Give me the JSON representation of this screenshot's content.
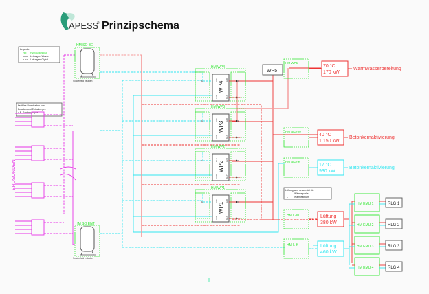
{
  "header": {
    "logo_text": "APESS",
    "logo_reg": "®",
    "title": "Prinzipschema"
  },
  "colors": {
    "green": "#2ee62e",
    "red": "#ee3333",
    "red_light": "#f59a9a",
    "cyan": "#33e6f0",
    "magenta": "#e633e6",
    "gray": "#555555",
    "logo": "#2a9d7a"
  },
  "legend": {
    "title": "Legende",
    "items": [
      {
        "key": "HM",
        "label": "Hydraulikmodul"
      },
      {
        "key": "—",
        "label": "Leitungen Wasser"
      },
      {
        "key": "- -",
        "label": "Leitungen Glykol"
      }
    ]
  },
  "note_switching": [
    "flexibles Umschalten von",
    "Beladen und Entladen pro",
    "z.B. Sondengruppe"
  ],
  "erdsonden_label": "ERDSONDEN",
  "storage": {
    "top": {
      "module": "HM SO BE",
      "caption": "Sondenfeld beladen"
    },
    "bottom": {
      "module": "HM SO ENT",
      "caption": "Sondenfeld entladen"
    }
  },
  "heat_pumps": [
    {
      "module": "HM WP4",
      "name": "WP4",
      "tl": "GLY",
      "tr": "H2O",
      "bl": "H2O",
      "br": "GLY"
    },
    {
      "module": "HM WP3",
      "name": "WP3",
      "tl": "GLY",
      "tr": "H2O",
      "bl": "H2O",
      "br": "GLY"
    },
    {
      "module": "HM WP2",
      "name": "WP2",
      "tl": "GLY",
      "tr": "H2O",
      "bl": "H2O",
      "br": "GLY"
    },
    {
      "module": "HM WP1",
      "name": "WP1",
      "tl": "GLY",
      "tr": "H2O",
      "bl": "H2O",
      "br": "GLY"
    }
  ],
  "wp5": {
    "name": "WP5",
    "module": "HM WP5"
  },
  "consumers": [
    {
      "module": "HM WP5",
      "line1": "70 °C",
      "line2": "170 kW",
      "label": "Warmwasserbereitung",
      "color": "red"
    },
    {
      "module": "HM BKA-W",
      "line1": "40 °C",
      "line2": "1.150 kW",
      "label": "Betonkernaktivierung",
      "color": "red"
    },
    {
      "module": "HM BKA-K",
      "line1": "17 °C",
      "line2": "930 kW",
      "label": "Betonkernaktivierung",
      "color": "cyan"
    }
  ],
  "ventilation_note": [
    "Lüftung wird verwendet für:",
    "Wärmequelle",
    "Wärmeabfuhr"
  ],
  "ventilation": [
    {
      "module": "HM L-W",
      "line1": "Lüftung",
      "line2": "380 kW",
      "color": "red"
    },
    {
      "module": "HM L-K",
      "line1": "Lüftung",
      "line2": "460 kW",
      "color": "cyan"
    }
  ],
  "emu": [
    {
      "module": "HM EMU 1",
      "rlg": "RLG 1"
    },
    {
      "module": "HM EMU 2",
      "rlg": "RLG 2"
    },
    {
      "module": "HM EMU 3",
      "rlg": "RLG 3"
    },
    {
      "module": "HM EMU 4",
      "rlg": "RLG 4"
    }
  ]
}
